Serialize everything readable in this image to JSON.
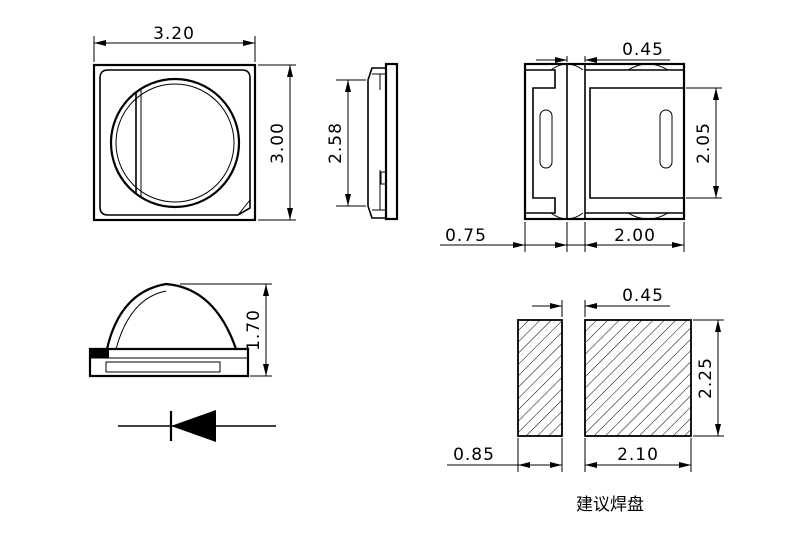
{
  "dimensions": {
    "top_width": "3.20",
    "top_height": "3.00",
    "side_height": "2.58",
    "dome_height": "1.70",
    "bottom_gap": "0.45",
    "bottom_pad_height": "2.05",
    "bottom_left": "0.75",
    "bottom_right": "2.00",
    "pad_gap": "0.45",
    "pad_height": "2.25",
    "pad_left": "0.85",
    "pad_right": "2.10"
  },
  "caption": "建议焊盘",
  "colors": {
    "line": "#000000",
    "background": "#ffffff"
  }
}
